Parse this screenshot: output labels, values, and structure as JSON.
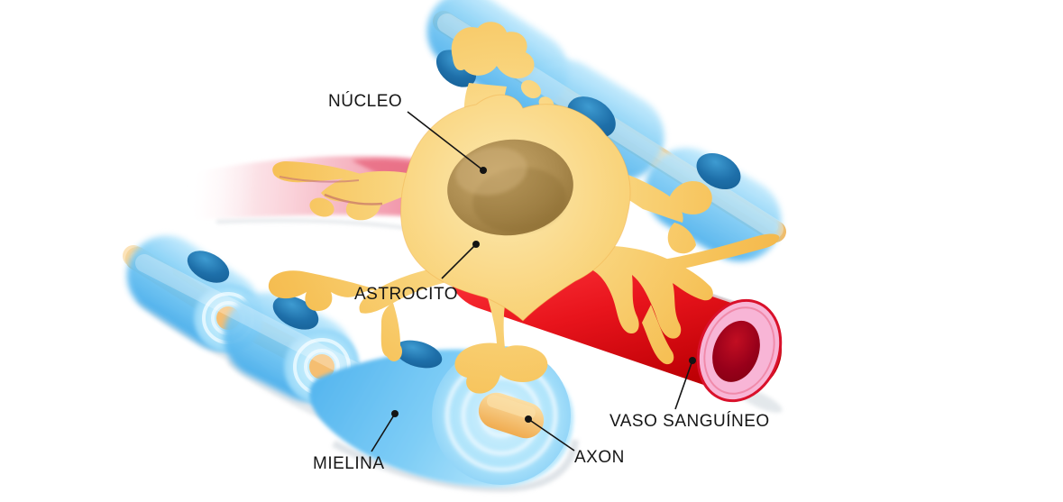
{
  "figure": {
    "subject": "Diagrama de un astrocito con axones mielinizados y vaso sanguíneo",
    "language": "es",
    "background": "#FFFFFF"
  },
  "labels": {
    "nucleo": "NÚCLEO",
    "astrocito": "ASTROCITO",
    "mielina": "MIELINA",
    "axon": "AXON",
    "vaso_sanguineo": "VASO SANGUÍNEO"
  },
  "colors": {
    "astrocyte": "#F6C055",
    "astrocyte_nucleus": "#A2824A",
    "myelin": "#5DBCF2",
    "myelin_rings": "#E9F8FF",
    "glial_nucleus": "#1E6FA9",
    "axon": "#F4BC66",
    "blood_vessel": "#E8141C",
    "vessel_wall_pink": "#F8B5D6",
    "vessel_lumen": "#8E0014",
    "background_vessel_pink": "#EE7189",
    "label_text": "#161616"
  }
}
